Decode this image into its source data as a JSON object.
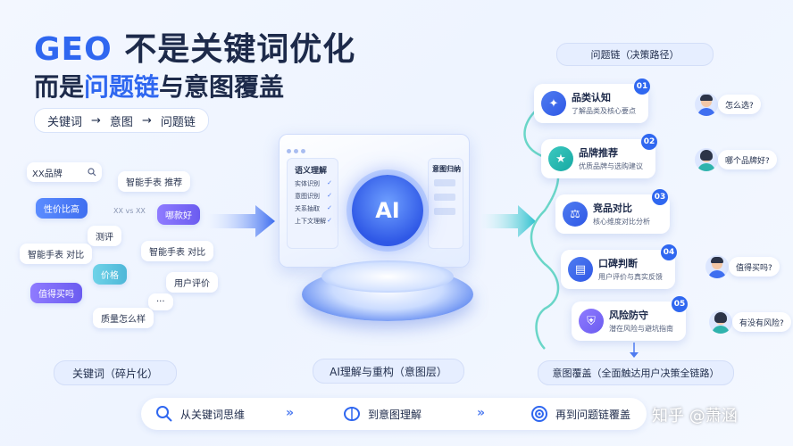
{
  "header": {
    "title_prefix": "GEO",
    "title_rest": "不是关键词优化",
    "subtitle_prefix": "而是",
    "subtitle_highlight": "问题链",
    "subtitle_rest": "与意图覆盖",
    "flow": [
      "关键词",
      "→",
      "意图",
      "→",
      "问题链"
    ]
  },
  "left": {
    "search_text": "XX品牌",
    "chips": [
      "智能手表 推荐",
      "性价比高",
      "XX vs XX",
      "哪款好",
      "测评",
      "智能手表 对比",
      "智能手表 对比",
      "价格",
      "用户评价",
      "值得买吗",
      "···",
      "质量怎么样"
    ],
    "label": "关键词（碎片化）"
  },
  "center": {
    "panel_left_title": "语义理解",
    "panel_left_items": [
      "实体识别",
      "意图识别",
      "关系抽取",
      "上下文理解"
    ],
    "panel_right_title": "意图归纳",
    "ai_text": "AI",
    "label": "AI理解与重构（意图层）"
  },
  "right": {
    "tag": "问题链（决策路径）",
    "steps": [
      {
        "num": "01",
        "title": "品类认知",
        "desc": "了解品类及核心要点",
        "question": "怎么选?"
      },
      {
        "num": "02",
        "title": "品牌推荐",
        "desc": "优质品牌与选购建议",
        "question": "哪个品牌好?"
      },
      {
        "num": "03",
        "title": "竞品对比",
        "desc": "核心维度对比分析",
        "question": ""
      },
      {
        "num": "04",
        "title": "口碑判断",
        "desc": "用户评价与真实反馈",
        "question": "值得买吗?"
      },
      {
        "num": "05",
        "title": "风险防守",
        "desc": "潜在风险与避坑指南",
        "question": "有没有风险?"
      }
    ],
    "label": "意图覆盖（全面触达用户决策全链路）"
  },
  "bottom": {
    "items": [
      "从关键词思维",
      "到意图理解",
      "再到问题链覆盖"
    ],
    "chevrons": [
      "»",
      "»"
    ]
  },
  "watermark": "知乎 @萧涵",
  "colors": {
    "accent": "#2f67f0",
    "dark": "#1d2a4a"
  }
}
